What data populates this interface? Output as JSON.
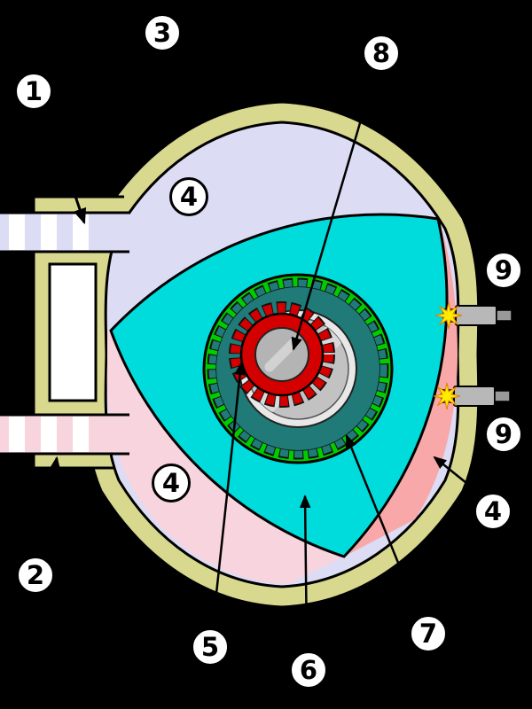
{
  "palette": {
    "background": "#000000",
    "housing": "#d8d88f",
    "chamber_intake": "#dcdcf5",
    "chamber_exhaust": "#f8d4de",
    "chamber_compression": "#f8a8a8",
    "rotor": "#00dcdc",
    "gear_carrier": "#00cc00",
    "ring_gear": "#1f7a78",
    "pinion": "#d40000",
    "shaft_light": "#e8e8e8",
    "shaft": "#c2c2c2",
    "hub": "#b4b4b4",
    "spark": "#ffec00",
    "plug_body": "#b8b8b8",
    "plug_tip": "#8a8a8a",
    "stripe": "#ffffff",
    "line": "#000000",
    "callout_bg": "#ffffff",
    "callout_text": "#000000"
  },
  "callouts": {
    "intake_port": "1",
    "exhaust_port": "2",
    "housing": "3",
    "chamber_top": "4",
    "chamber_bottom": "4",
    "chamber_right": "4",
    "pinion": "5",
    "rotor": "6",
    "ring_gear": "7",
    "eccentric_shaft": "8",
    "spark_plug_top": "9",
    "spark_plug_bottom": "9"
  }
}
